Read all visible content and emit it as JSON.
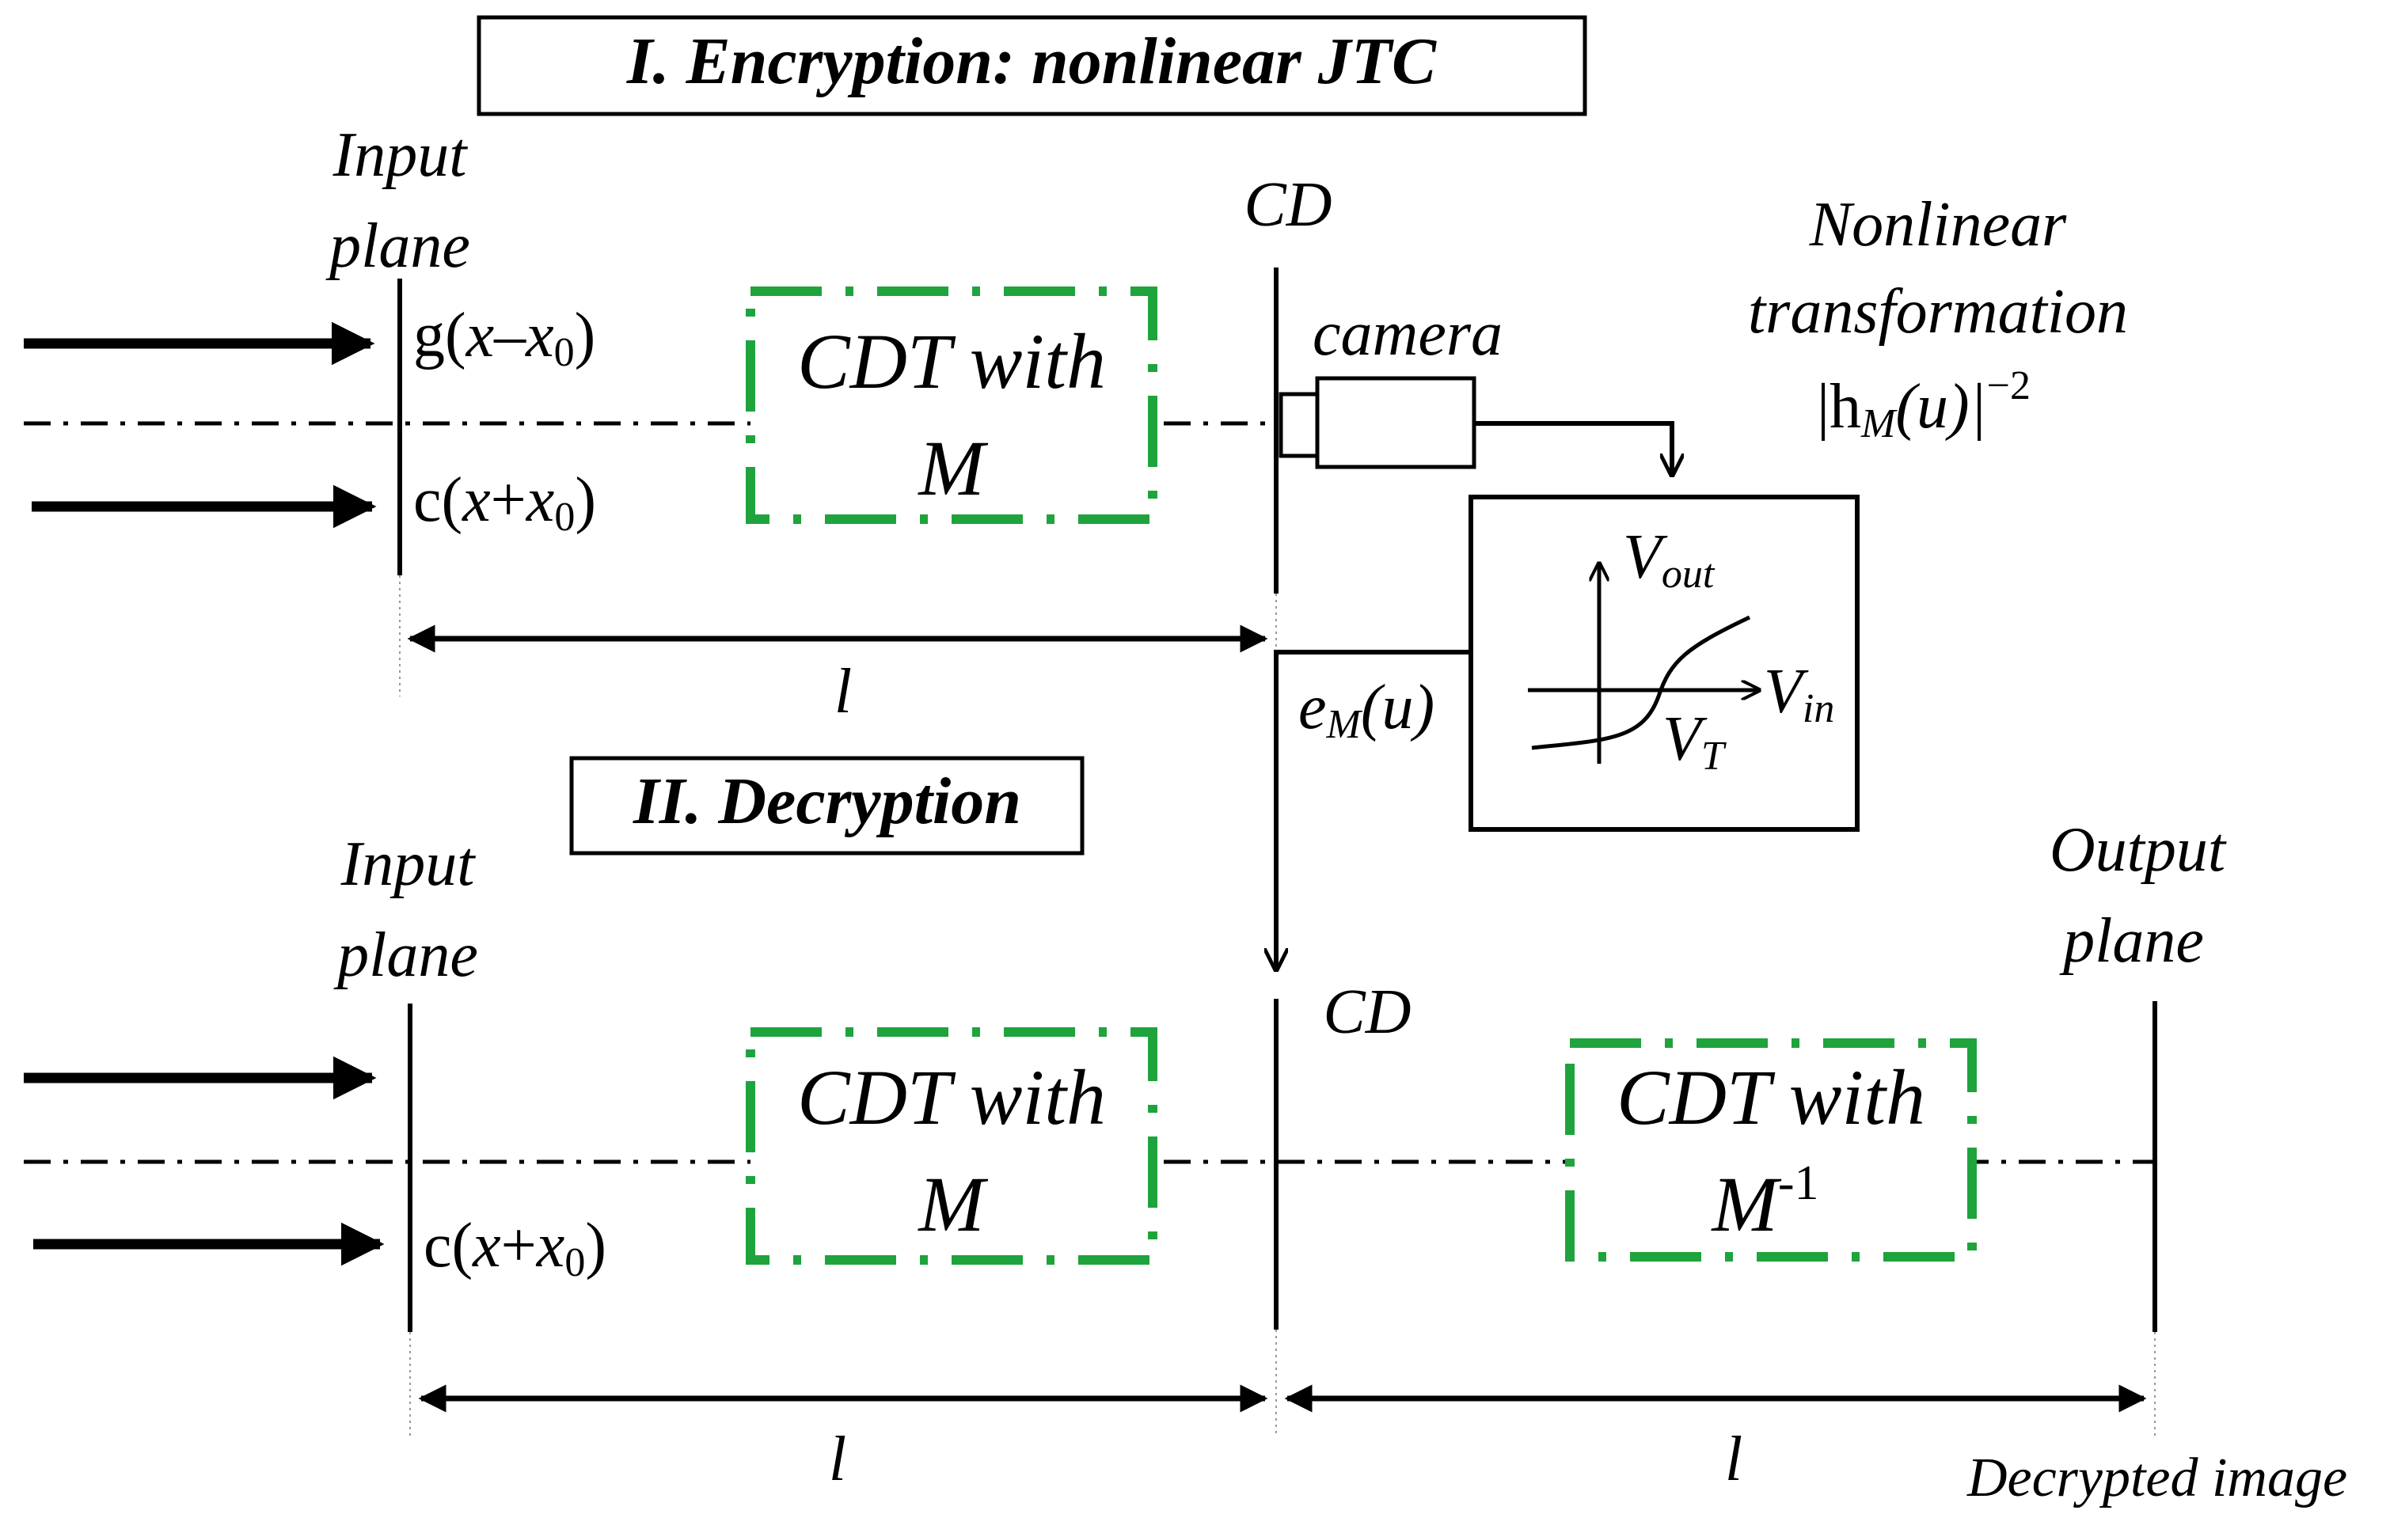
{
  "section1": {
    "title": "I. Encryption: nonlinear JTC"
  },
  "section2": {
    "title": "II. Decryption"
  },
  "encryption": {
    "input_plane_line1": "Input",
    "input_plane_line2": "plane",
    "g_func": "g(",
    "g_x": "x",
    "g_minus": "–",
    "g_x0": "x",
    "g_x0_sub": "0",
    "g_close": ")",
    "c_func": "c(",
    "c_x": "x",
    "c_plus": "+",
    "c_x0": "x",
    "c_x0_sub": "0",
    "c_close": ")",
    "cdt_line1": "CDT with",
    "cdt_line2": "M",
    "cd_label": "CD",
    "camera_label": "camera",
    "nonlinear_line1": "Nonlinear",
    "nonlinear_line2": "transformation",
    "hm_bar": "|h",
    "hm_sub": "M",
    "hm_rest": "(u)|",
    "hm_exp": "−2",
    "em_e": "e",
    "em_sub": "M",
    "em_rest": "(u)",
    "vout_v": "V",
    "vout_sub": "out",
    "vin_v": "V",
    "vin_sub": "in",
    "vt_v": "V",
    "vt_sub": "T",
    "distance_label": "l"
  },
  "decryption": {
    "input_plane_line1": "Input",
    "input_plane_line2": "plane",
    "c_func": "c(",
    "c_x": "x",
    "c_plus": "+",
    "c_x0": "x",
    "c_x0_sub": "0",
    "c_close": ")",
    "cdt1_line1": "CDT with",
    "cdt1_line2": "M",
    "cd_label": "CD",
    "cdt2_line1": "CDT with",
    "cdt2_line2": "M",
    "cdt2_exp": "-1",
    "output_plane_line1": "Output",
    "output_plane_line2": "plane",
    "distance_label_1": "l",
    "distance_label_2": "l",
    "decrypted_image": "Decrypted image"
  },
  "colors": {
    "cdt_box": "#1fa33c",
    "line": "#000000"
  }
}
